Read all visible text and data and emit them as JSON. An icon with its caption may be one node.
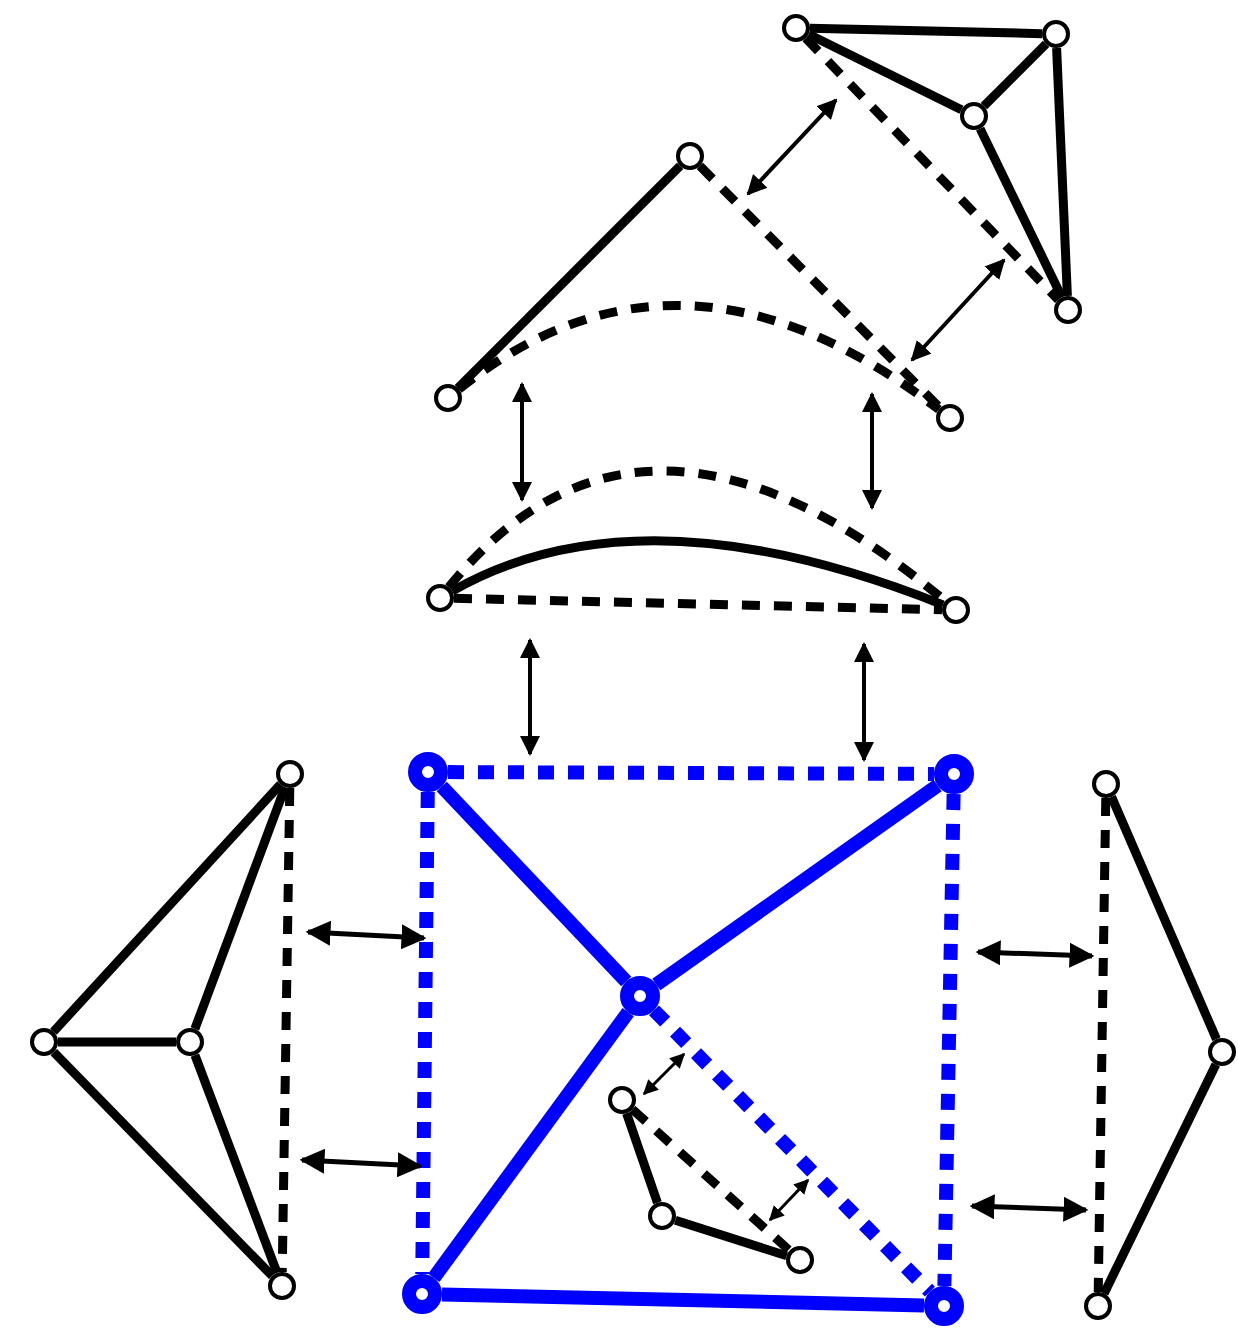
{
  "diagram": {
    "nodes": [
      {
        "text": [],
        "shape": "circle"
      },
      {
        "text": [],
        "shape": "circle"
      },
      {
        "text": [],
        "shape": "circle"
      },
      {
        "text": [],
        "shape": "circle"
      },
      {
        "text": [],
        "shape": "circle"
      },
      {
        "text": [],
        "shape": "circle"
      },
      {
        "text": [],
        "shape": "circle"
      },
      {
        "text": [],
        "shape": "circle"
      },
      {
        "text": [],
        "shape": "circle"
      },
      {
        "text": [],
        "shape": "circle"
      },
      {
        "text": [],
        "shape": "circle"
      },
      {
        "text": [],
        "shape": "circle"
      },
      {
        "text": [],
        "shape": "circle"
      },
      {
        "text": [],
        "shape": "circle"
      },
      {
        "text": [],
        "shape": "circle"
      },
      {
        "text": [],
        "shape": "circle"
      },
      {
        "text": [],
        "shape": "circle"
      },
      {
        "text": [],
        "shape": "circle"
      },
      {
        "text": [],
        "shape": "circle"
      },
      {
        "text": [],
        "shape": "circle"
      },
      {
        "text": [],
        "shape": "circle"
      },
      {
        "text": [],
        "shape": "circle"
      },
      {
        "text": [],
        "shape": "circle"
      },
      {
        "text": [],
        "shape": "circle"
      }
    ],
    "edges": [
      {
        "from": 0,
        "to": 1,
        "arrow": "none"
      },
      {
        "from": 0,
        "to": 2,
        "arrow": "none"
      },
      {
        "from": 1,
        "to": 2,
        "arrow": "none"
      },
      {
        "from": 1,
        "to": 4,
        "arrow": "none"
      },
      {
        "from": 2,
        "to": 4,
        "arrow": "none"
      },
      {
        "from": 0,
        "to": 4,
        "arrow": "none",
        "style": "dashed"
      },
      {
        "from": 3,
        "to": 5,
        "arrow": "none"
      },
      {
        "from": 3,
        "to": 6,
        "arrow": "none",
        "style": "dashed"
      },
      {
        "from": 5,
        "to": 6,
        "arrow": "none",
        "style": "dashed"
      },
      {
        "from": 7,
        "to": 8,
        "arrow": "none",
        "style": "dashed"
      },
      {
        "from": 7,
        "to": 8,
        "arrow": "none"
      },
      {
        "from": 7,
        "to": 8,
        "arrow": "none",
        "style": "dashed"
      },
      {
        "from": 9,
        "to": 14,
        "arrow": "none"
      },
      {
        "from": 9,
        "to": 15,
        "arrow": "none"
      },
      {
        "from": 14,
        "to": 15,
        "arrow": "none"
      },
      {
        "from": 14,
        "to": 20,
        "arrow": "none"
      },
      {
        "from": 15,
        "to": 20,
        "arrow": "none"
      },
      {
        "from": 9,
        "to": 20,
        "arrow": "none",
        "style": "dashed"
      },
      {
        "from": 10,
        "to": 11,
        "arrow": "none",
        "style": "dashed",
        "color": "#0000ff"
      },
      {
        "from": 10,
        "to": 21,
        "arrow": "none",
        "style": "dashed",
        "color": "#0000ff"
      },
      {
        "from": 11,
        "to": 22,
        "arrow": "none",
        "style": "dashed",
        "color": "#0000ff"
      },
      {
        "from": 10,
        "to": 13,
        "arrow": "none",
        "color": "#0000ff"
      },
      {
        "from": 11,
        "to": 13,
        "arrow": "none",
        "color": "#0000ff"
      },
      {
        "from": 13,
        "to": 21,
        "arrow": "none",
        "color": "#0000ff"
      },
      {
        "from": 21,
        "to": 22,
        "arrow": "none",
        "color": "#0000ff"
      },
      {
        "from": 13,
        "to": 22,
        "arrow": "none",
        "style": "dashed",
        "color": "#0000ff"
      },
      {
        "from": 17,
        "to": 18,
        "arrow": "none"
      },
      {
        "from": 18,
        "to": 19,
        "arrow": "none"
      },
      {
        "from": 17,
        "to": 19,
        "arrow": "none",
        "style": "dashed"
      },
      {
        "from": 12,
        "to": 16,
        "arrow": "none"
      },
      {
        "from": 16,
        "to": 23,
        "arrow": "none"
      },
      {
        "from": 12,
        "to": 23,
        "arrow": "none",
        "style": "dashed"
      }
    ]
  }
}
